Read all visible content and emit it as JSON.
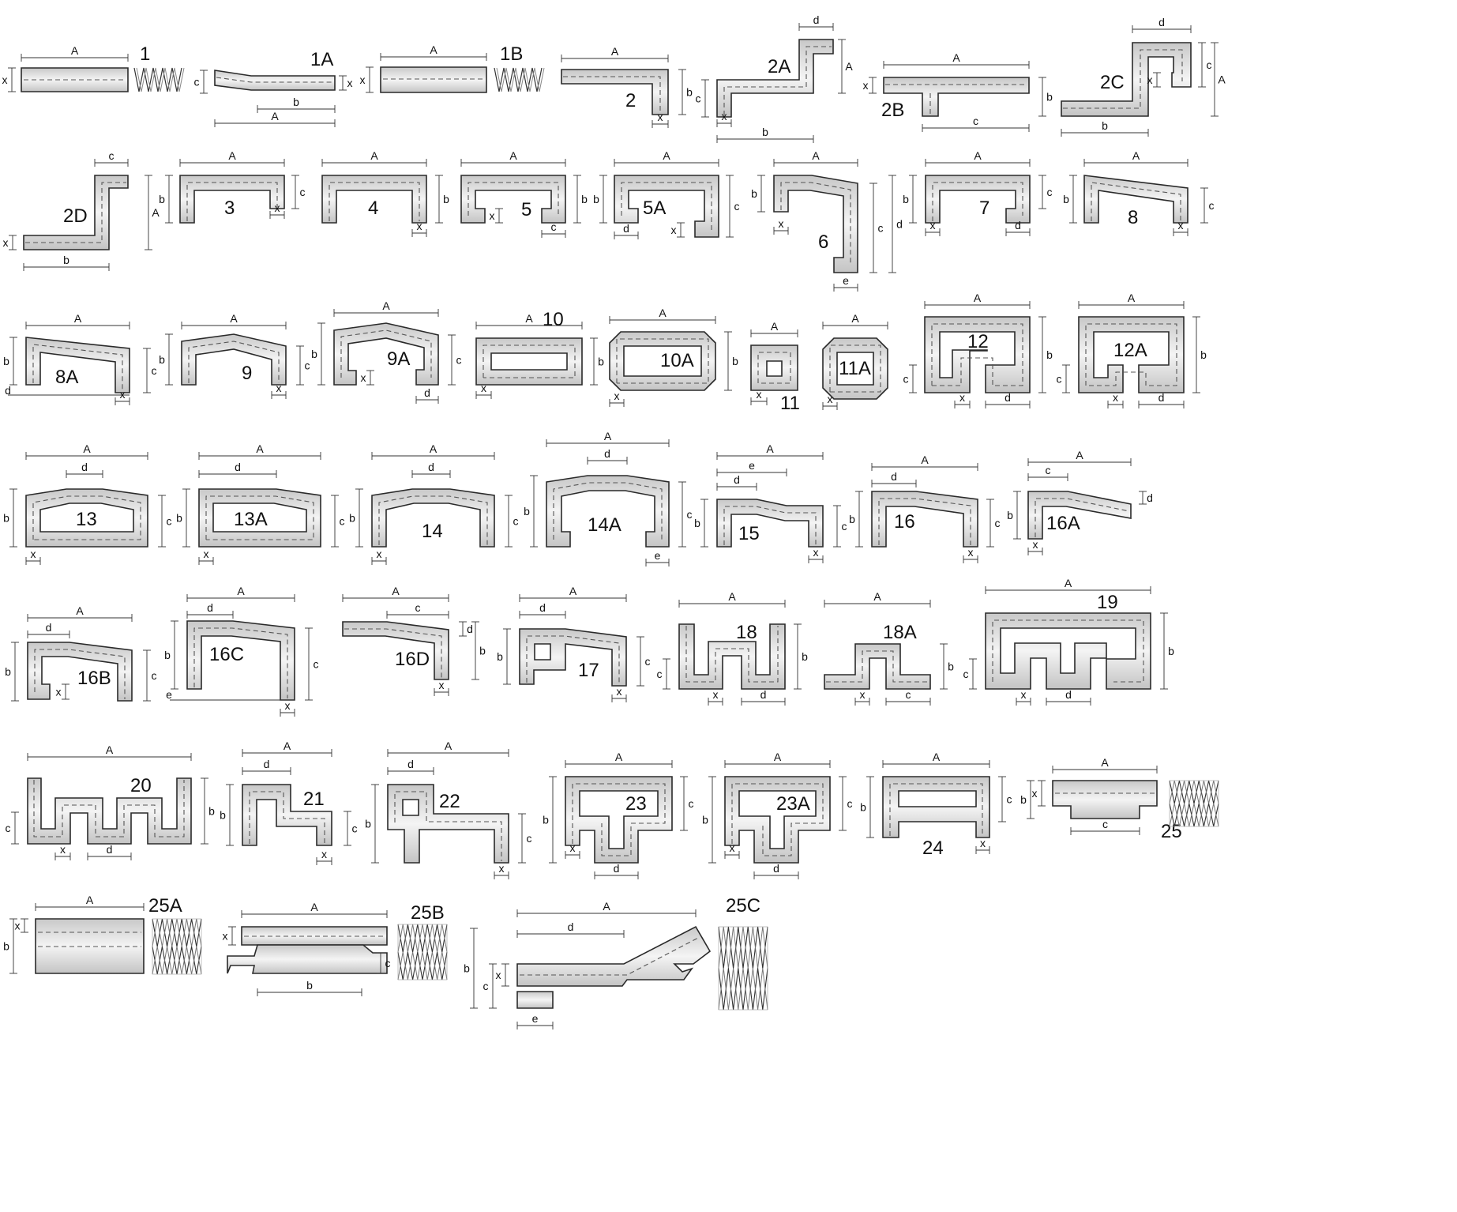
{
  "colors": {
    "profile_fill": "#dcdcdc",
    "profile_stroke": "#2a2a2a",
    "dash": "#555555",
    "dim_line": "#333333"
  },
  "profiles": [
    {
      "id": "1",
      "label": "1",
      "dims": [
        "A",
        "x"
      ]
    },
    {
      "id": "1A",
      "label": "1A",
      "dims": [
        "c",
        "x",
        "b",
        "A"
      ]
    },
    {
      "id": "1B",
      "label": "1B",
      "dims": [
        "A",
        "x"
      ]
    },
    {
      "id": "2",
      "label": "2",
      "dims": [
        "A",
        "b",
        "x"
      ]
    },
    {
      "id": "2A",
      "label": "2A",
      "dims": [
        "d",
        "A",
        "c",
        "x",
        "b"
      ]
    },
    {
      "id": "2B",
      "label": "2B",
      "dims": [
        "A",
        "x",
        "b",
        "c"
      ]
    },
    {
      "id": "2C",
      "label": "2C",
      "dims": [
        "d",
        "c",
        "x",
        "A",
        "b"
      ]
    },
    {
      "id": "2D",
      "label": "2D",
      "dims": [
        "c",
        "A",
        "x",
        "b"
      ]
    },
    {
      "id": "3",
      "label": "3",
      "dims": [
        "A",
        "b",
        "c",
        "x"
      ]
    },
    {
      "id": "4",
      "label": "4",
      "dims": [
        "A",
        "b",
        "x"
      ]
    },
    {
      "id": "5",
      "label": "5",
      "dims": [
        "A",
        "b",
        "x",
        "c"
      ]
    },
    {
      "id": "5A",
      "label": "5A",
      "dims": [
        "A",
        "b",
        "c",
        "d",
        "x"
      ]
    },
    {
      "id": "6",
      "label": "6",
      "dims": [
        "A",
        "b",
        "x",
        "c",
        "d",
        "e"
      ]
    },
    {
      "id": "7",
      "label": "7",
      "dims": [
        "A",
        "b",
        "c",
        "x",
        "d"
      ]
    },
    {
      "id": "8",
      "label": "8",
      "dims": [
        "A",
        "b",
        "c",
        "x"
      ]
    },
    {
      "id": "8A",
      "label": "8A",
      "dims": [
        "A",
        "b",
        "c",
        "d",
        "x"
      ]
    },
    {
      "id": "9",
      "label": "9",
      "dims": [
        "A",
        "b",
        "c",
        "x"
      ]
    },
    {
      "id": "9A",
      "label": "9A",
      "dims": [
        "A",
        "b",
        "c",
        "x",
        "d"
      ]
    },
    {
      "id": "10",
      "label": "10",
      "dims": [
        "A",
        "b",
        "x"
      ]
    },
    {
      "id": "10A",
      "label": "10A",
      "dims": [
        "A",
        "b",
        "x"
      ]
    },
    {
      "id": "11",
      "label": "11",
      "dims": [
        "A",
        "x"
      ]
    },
    {
      "id": "11A",
      "label": "11A",
      "dims": [
        "A",
        "x"
      ]
    },
    {
      "id": "12",
      "label": "12",
      "dims": [
        "A",
        "b",
        "c",
        "x",
        "d"
      ]
    },
    {
      "id": "12A",
      "label": "12A",
      "dims": [
        "A",
        "b",
        "c",
        "x",
        "d"
      ]
    },
    {
      "id": "13",
      "label": "13",
      "dims": [
        "A",
        "d",
        "b",
        "c",
        "x"
      ]
    },
    {
      "id": "13A",
      "label": "13A",
      "dims": [
        "A",
        "d",
        "b",
        "c",
        "x"
      ]
    },
    {
      "id": "14",
      "label": "14",
      "dims": [
        "A",
        "d",
        "b",
        "c",
        "x"
      ]
    },
    {
      "id": "14A",
      "label": "14A",
      "dims": [
        "A",
        "d",
        "b",
        "c",
        "e"
      ]
    },
    {
      "id": "15",
      "label": "15",
      "dims": [
        "A",
        "e",
        "d",
        "b",
        "c",
        "x"
      ]
    },
    {
      "id": "16",
      "label": "16",
      "dims": [
        "A",
        "d",
        "b",
        "c",
        "x"
      ]
    },
    {
      "id": "16A",
      "label": "16A",
      "dims": [
        "A",
        "c",
        "d",
        "b",
        "x"
      ]
    },
    {
      "id": "16B",
      "label": "16B",
      "dims": [
        "A",
        "d",
        "b",
        "c",
        "x"
      ]
    },
    {
      "id": "16C",
      "label": "16C",
      "dims": [
        "A",
        "d",
        "b",
        "c",
        "e",
        "x"
      ]
    },
    {
      "id": "16D",
      "label": "16D",
      "dims": [
        "A",
        "c",
        "d",
        "b",
        "x"
      ]
    },
    {
      "id": "17",
      "label": "17",
      "dims": [
        "A",
        "d",
        "b",
        "c",
        "x"
      ]
    },
    {
      "id": "18",
      "label": "18",
      "dims": [
        "A",
        "b",
        "c",
        "x",
        "d"
      ]
    },
    {
      "id": "18A",
      "label": "18A",
      "dims": [
        "A",
        "b",
        "x",
        "c"
      ]
    },
    {
      "id": "19",
      "label": "19",
      "dims": [
        "A",
        "b",
        "c",
        "x",
        "d"
      ]
    },
    {
      "id": "20",
      "label": "20",
      "dims": [
        "A",
        "b",
        "c",
        "x",
        "d"
      ]
    },
    {
      "id": "21",
      "label": "21",
      "dims": [
        "A",
        "d",
        "b",
        "c",
        "x"
      ]
    },
    {
      "id": "22",
      "label": "22",
      "dims": [
        "A",
        "d",
        "b",
        "c",
        "x"
      ]
    },
    {
      "id": "23",
      "label": "23",
      "dims": [
        "A",
        "b",
        "c",
        "x",
        "d"
      ]
    },
    {
      "id": "23A",
      "label": "23A",
      "dims": [
        "A",
        "b",
        "c",
        "x",
        "d"
      ]
    },
    {
      "id": "24",
      "label": "24",
      "dims": [
        "A",
        "b",
        "c",
        "x"
      ]
    },
    {
      "id": "25",
      "label": "25",
      "dims": [
        "A",
        "x",
        "b",
        "c"
      ]
    },
    {
      "id": "25A",
      "label": "25A",
      "dims": [
        "A",
        "x",
        "b"
      ]
    },
    {
      "id": "25B",
      "label": "25B",
      "dims": [
        "A",
        "x",
        "c",
        "b"
      ]
    },
    {
      "id": "25C",
      "label": "25C",
      "dims": [
        "A",
        "d",
        "b",
        "c",
        "x",
        "e"
      ]
    }
  ]
}
